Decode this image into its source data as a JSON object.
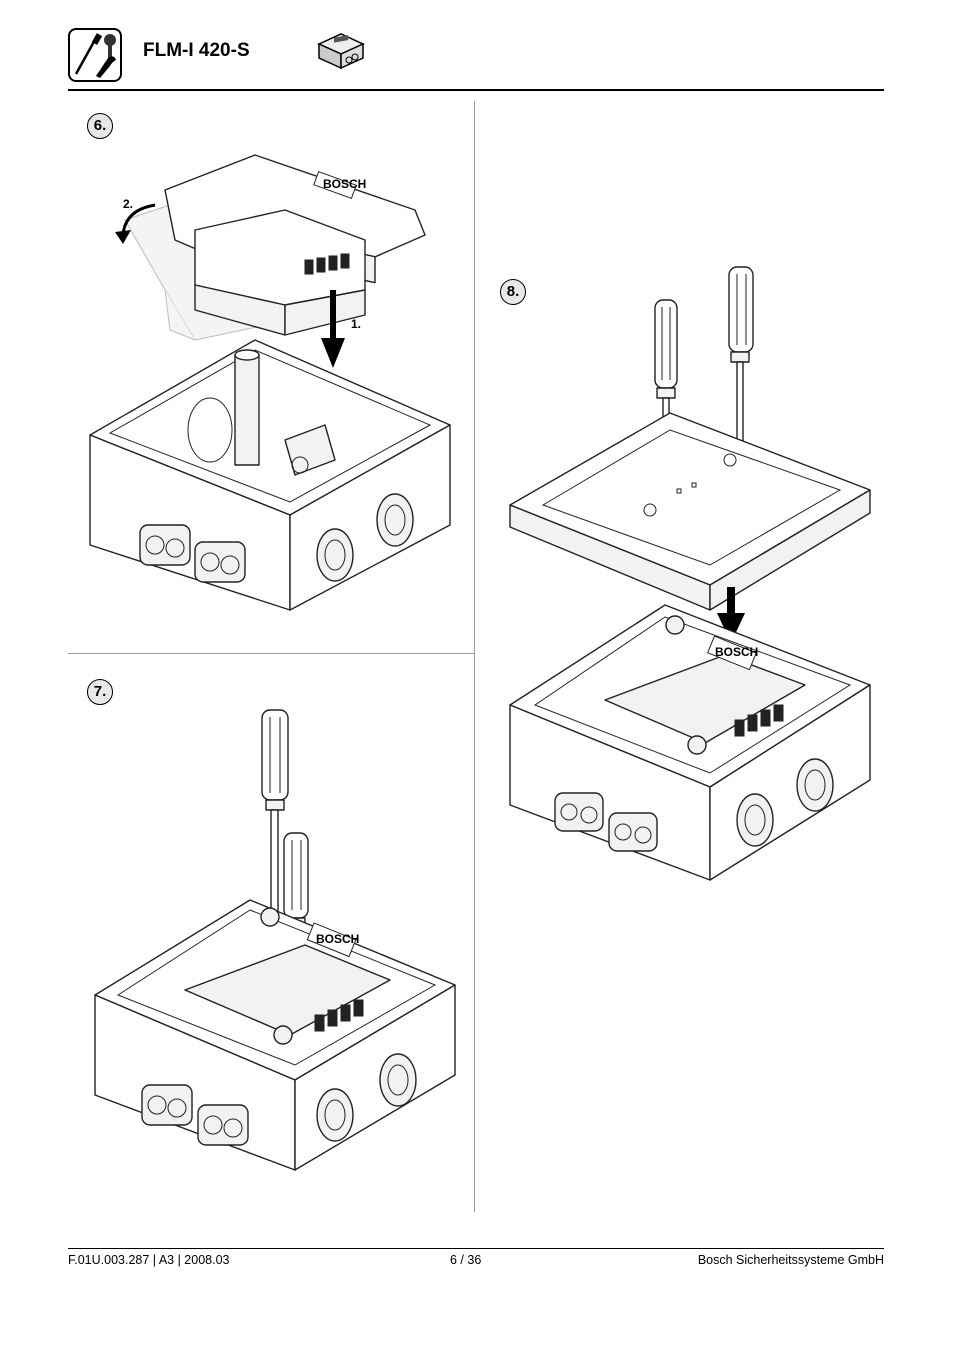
{
  "header": {
    "title": "FLM-I 420-S",
    "tools_icon": "screwdriver-wrench-icon",
    "module_icon": "module-box-icon"
  },
  "steps": [
    {
      "number": "6.",
      "labels": [
        "2.",
        "1."
      ]
    },
    {
      "number": "7."
    },
    {
      "number": "8."
    }
  ],
  "device": {
    "brand_label": "BOSCH"
  },
  "footer": {
    "doc_ref": "F.01U.003.287 | A3 | 2008.03",
    "page": "6 / 36",
    "company": "Bosch Sicherheitssysteme GmbH"
  }
}
